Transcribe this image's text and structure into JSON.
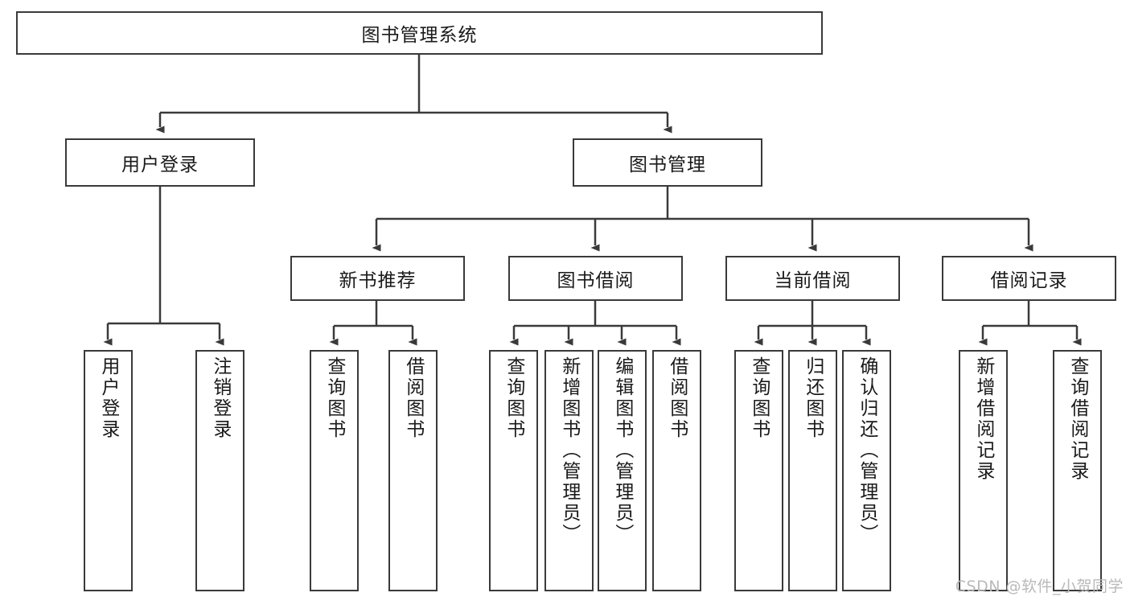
{
  "diagram": {
    "title": "图书管理系统",
    "type": "tree-hierarchy",
    "root": {
      "label": "图书管理系统",
      "id": "root"
    },
    "level2": [
      {
        "id": "user-login",
        "label": "用户登录"
      },
      {
        "id": "book-management",
        "label": "图书管理"
      }
    ],
    "level3": [
      {
        "id": "new-book-recommend",
        "label": "新书推荐",
        "parent": "book-management"
      },
      {
        "id": "book-borrow",
        "label": "图书借阅",
        "parent": "book-management"
      },
      {
        "id": "current-borrow",
        "label": "当前借阅",
        "parent": "book-management"
      },
      {
        "id": "borrow-record",
        "label": "借阅记录",
        "parent": "book-management"
      }
    ],
    "leaves": [
      {
        "id": "leaf-user-login",
        "label": "用户登录",
        "parent": "user-login"
      },
      {
        "id": "leaf-logout-login",
        "label": "注销登录",
        "parent": "user-login"
      },
      {
        "id": "leaf-query-book-1",
        "label": "查询图书",
        "parent": "new-book-recommend"
      },
      {
        "id": "leaf-borrow-book-1",
        "label": "借阅图书",
        "parent": "new-book-recommend"
      },
      {
        "id": "leaf-query-book-2",
        "label": "查询图书",
        "parent": "book-borrow"
      },
      {
        "id": "leaf-add-book",
        "label": "新增图书（管理员）",
        "parent": "book-borrow"
      },
      {
        "id": "leaf-edit-book",
        "label": "编辑图书（管理员）",
        "parent": "book-borrow"
      },
      {
        "id": "leaf-borrow-book-2",
        "label": "借阅图书",
        "parent": "book-borrow"
      },
      {
        "id": "leaf-query-book-3",
        "label": "查询图书",
        "parent": "current-borrow"
      },
      {
        "id": "leaf-return-book",
        "label": "归还图书",
        "parent": "current-borrow"
      },
      {
        "id": "leaf-confirm-return",
        "label": "确认归还（管理员）",
        "parent": "current-borrow"
      },
      {
        "id": "leaf-add-record",
        "label": "新增借阅记录",
        "parent": "borrow-record"
      },
      {
        "id": "leaf-query-record",
        "label": "查询借阅记录",
        "parent": "borrow-record"
      }
    ]
  },
  "watermark": {
    "text": "CSDN @软件_小贺同学"
  },
  "colors": {
    "stroke": "#3a3a3a",
    "background": "#ffffff",
    "text": "#1a1a1a",
    "watermark": "#b9b9b9"
  }
}
